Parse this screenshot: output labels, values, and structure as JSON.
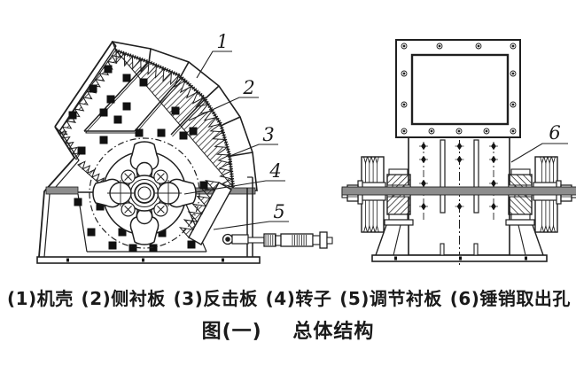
{
  "figure": {
    "legend": {
      "items": [
        "(1)机壳",
        "(2)侧衬板",
        "(3)反击板",
        "(4)转子",
        "(5)调节衬板",
        "(6)锤销取出孔"
      ]
    },
    "caption": {
      "prefix": "图(一)",
      "title": "总体结构"
    },
    "callouts": [
      "1",
      "2",
      "3",
      "4",
      "5",
      "6"
    ],
    "colors": {
      "line": "#1f1f1f",
      "gray": "#8d8d8d",
      "background": "#ffffff",
      "bolt": "#111111"
    }
  }
}
